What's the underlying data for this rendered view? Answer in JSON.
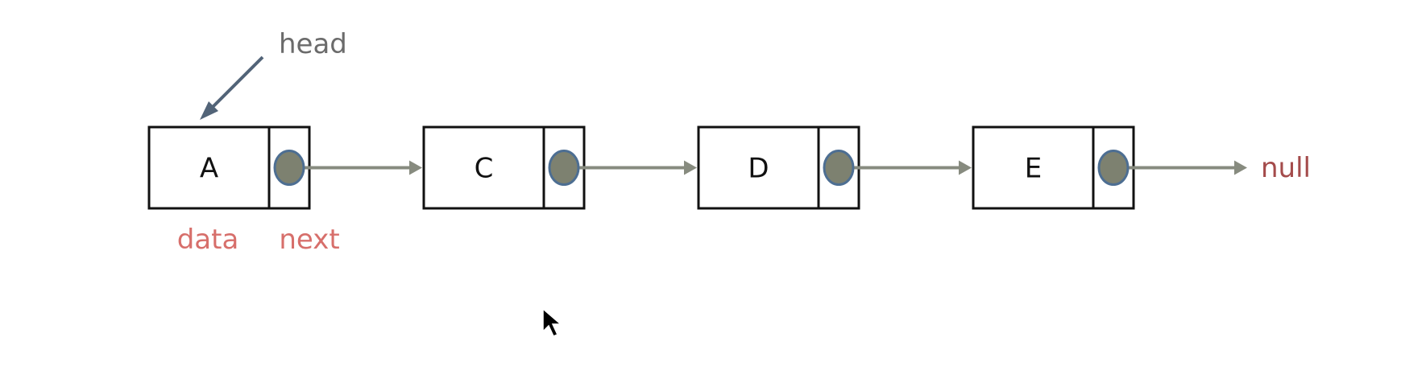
{
  "diagram": {
    "head_label": "head",
    "field_labels": {
      "data": "data",
      "next": "next"
    },
    "nodes": [
      {
        "data": "A"
      },
      {
        "data": "C"
      },
      {
        "data": "D"
      },
      {
        "data": "E"
      }
    ],
    "terminal_label": "null",
    "colors": {
      "box_stroke": "#111111",
      "pointer_dot_fill": "#7d8170",
      "pointer_dot_stroke": "#4d6e92",
      "link_arrow": "#878b7f",
      "head_arrow": "#526478",
      "head_text": "#6b6b6b",
      "field_label": "#d76f6b",
      "null_text": "#a44b4b"
    }
  }
}
